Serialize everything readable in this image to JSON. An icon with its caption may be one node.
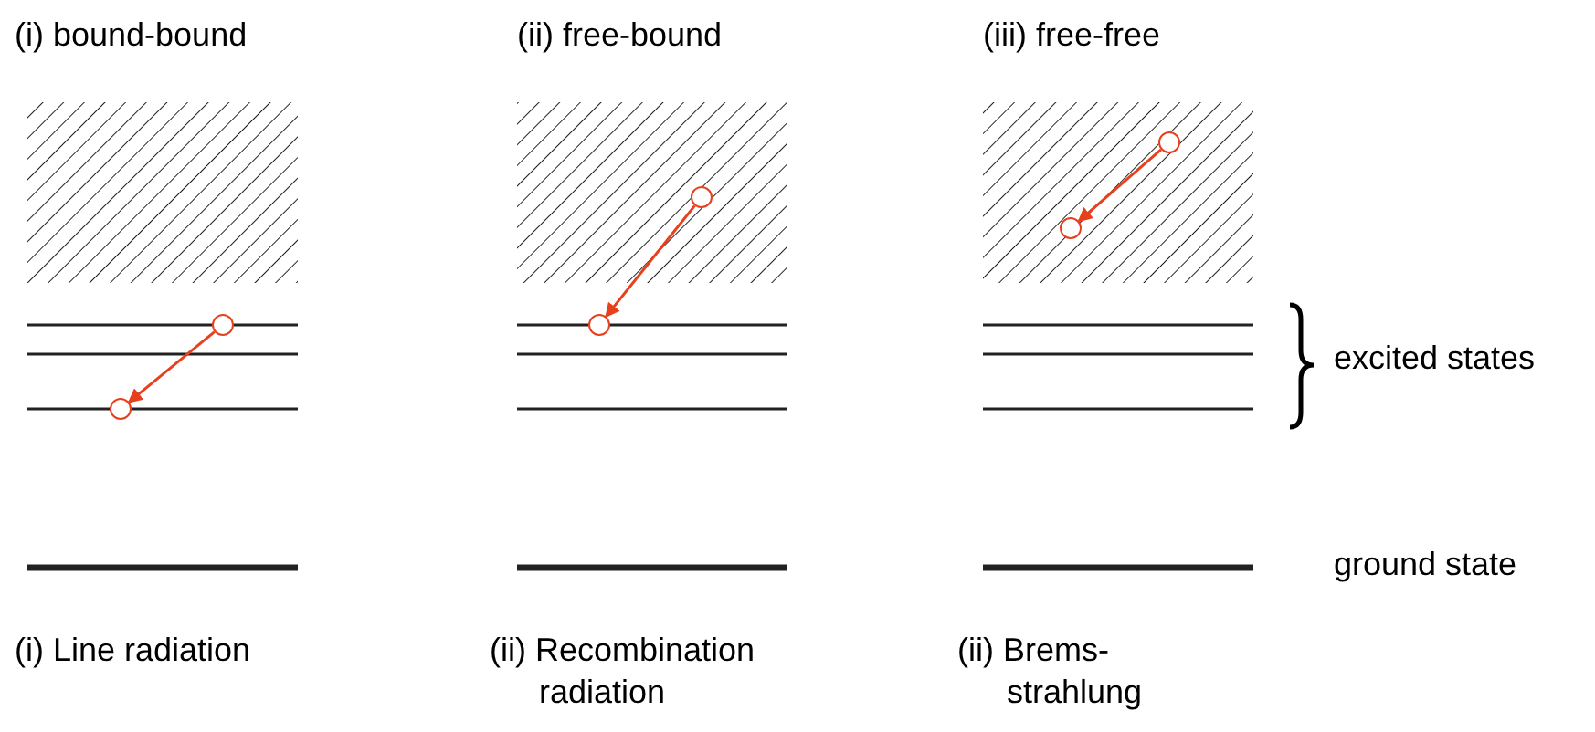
{
  "diagram": {
    "nodes": [
      {
        "text": [],
        "shape": "circle"
      },
      {
        "text": [],
        "shape": "circle"
      },
      {
        "text": [],
        "shape": "circle"
      },
      {
        "text": [],
        "shape": "circle"
      },
      {
        "text": [],
        "shape": "circle"
      },
      {
        "text": [],
        "shape": "circle"
      }
    ],
    "edges": [
      {
        "from": 1,
        "to": 0,
        "arrow": "to"
      },
      {
        "from": 3,
        "to": 2,
        "arrow": "to"
      },
      {
        "from": 5,
        "to": 4,
        "arrow": "to"
      }
    ],
    "labels": [
      "(i) bound-bound",
      "(ii) free-bound",
      "(iii) free-free",
      "excited states",
      "ground state",
      "(i) Line radiation",
      "(ii) Recombination radiation",
      "(ii) Brems- strahlung"
    ]
  }
}
